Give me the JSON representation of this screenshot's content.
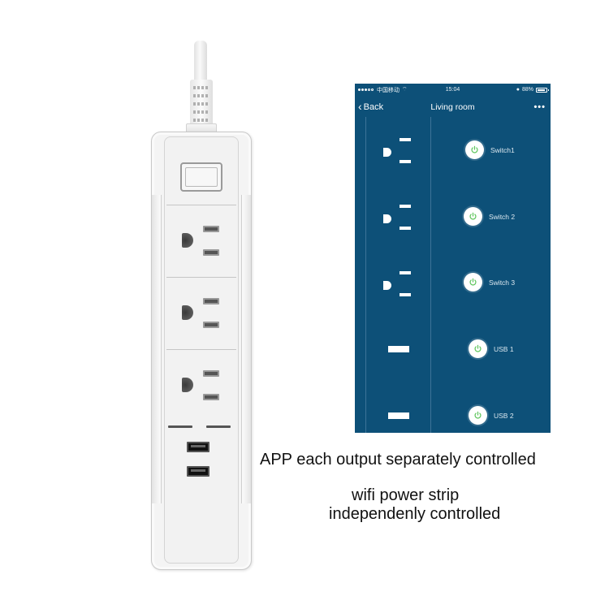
{
  "product": {
    "name": "wifi-power-strip",
    "outlets": 3,
    "usb_ports": 2
  },
  "app": {
    "status_bar": {
      "carrier": "中国移动",
      "time": "15:04",
      "battery": "88%"
    },
    "nav": {
      "back_label": "Back",
      "title": "Living room",
      "more_label": "•••"
    },
    "outputs": [
      {
        "icon": "ac-outlet-icon",
        "label": "Switch1",
        "state": "on"
      },
      {
        "icon": "ac-outlet-icon",
        "label": "Switch 2",
        "state": "on"
      },
      {
        "icon": "ac-outlet-icon",
        "label": "Switch 3",
        "state": "on"
      },
      {
        "icon": "usb-port-icon",
        "label": "USB 1",
        "state": "on"
      },
      {
        "icon": "usb-port-icon",
        "label": "USB 2",
        "state": "on"
      }
    ],
    "colors": {
      "background": "#0d5078",
      "power_icon": "#5cc45a",
      "divider": "#3d7398"
    }
  },
  "caption": {
    "line1": "APP each output separately controlled",
    "line2": "wifi power strip",
    "line3": "independenly controlled"
  }
}
